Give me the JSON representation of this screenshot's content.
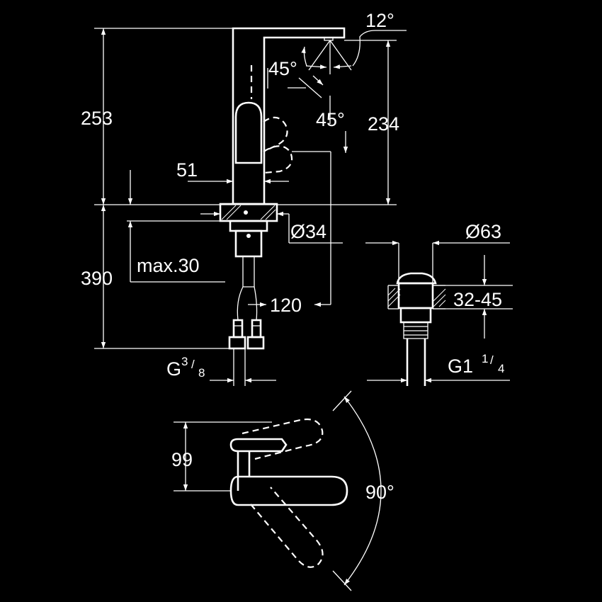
{
  "dimensions": {
    "total_height": "253",
    "spout_height": "234",
    "spout_angle": "12°",
    "lever_angle_upper": "45°",
    "lever_angle_lower": "45°",
    "base_width": "51",
    "body_diameter": "Ø34",
    "under_counter": "390",
    "counter_thickness": "max.30",
    "hose_spacing": "120",
    "hose_thread_base": "G",
    "hose_thread_num": "3",
    "hose_thread_den": "8",
    "waste_diameter": "Ø63",
    "waste_thickness": "32-45",
    "waste_thread_base": "G1",
    "waste_thread_num": "1",
    "waste_thread_den": "4",
    "lever_length": "99",
    "lever_rotation": "90°"
  },
  "colors": {
    "background": "#000000",
    "line": "#ffffff"
  }
}
